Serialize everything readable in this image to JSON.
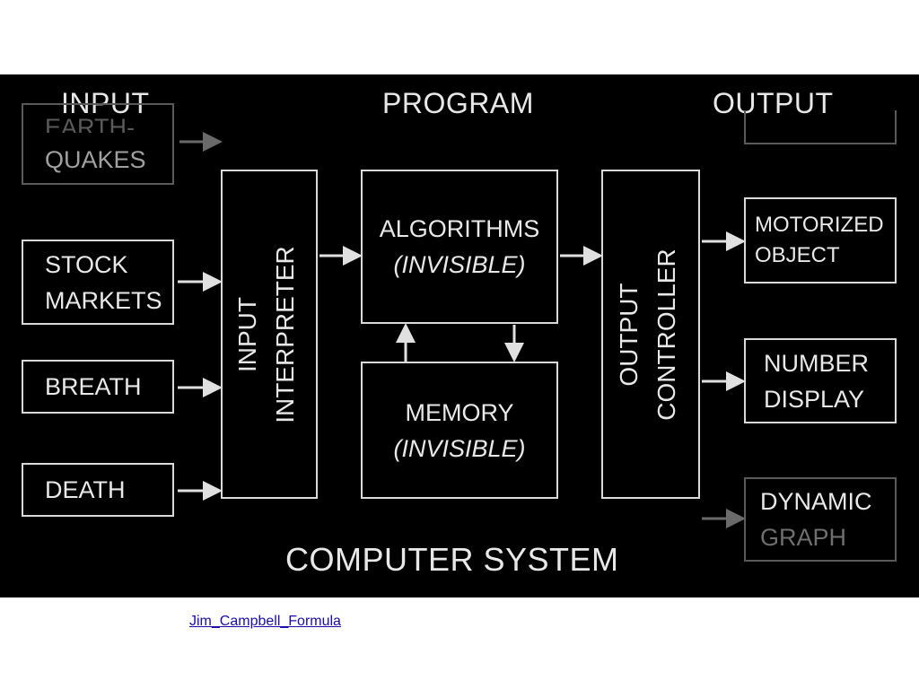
{
  "headers": {
    "input": "INPUT",
    "program": "PROGRAM",
    "output": "OUTPUT"
  },
  "inputs": {
    "earthquakes": [
      "EARTH-",
      "QUAKES"
    ],
    "stock_markets": [
      "STOCK",
      "MARKETS"
    ],
    "breath": "BREATH",
    "death": "DEATH"
  },
  "interpreter": [
    "INPUT",
    "INTERPRETER"
  ],
  "algorithms": {
    "title": "ALGORITHMS",
    "note": "(INVISIBLE)"
  },
  "memory": {
    "title": "MEMORY",
    "note": "(INVISIBLE)"
  },
  "controller": [
    "OUTPUT",
    "CONTROLLER"
  ],
  "outputs": {
    "motorized_object": [
      "MOTORIZED",
      "OBJECT"
    ],
    "number_display": [
      "NUMBER",
      "DISPLAY"
    ],
    "dynamic_graph": [
      "DYNAMIC",
      "GRAPH"
    ]
  },
  "system_label": "COMPUTER SYSTEM",
  "footer_link": "Jim_Campbell_Formula",
  "colors": {
    "background": "#000000",
    "line": "#d9d9d9",
    "faded": "#5a5a5a",
    "link": "#1a0dab"
  }
}
